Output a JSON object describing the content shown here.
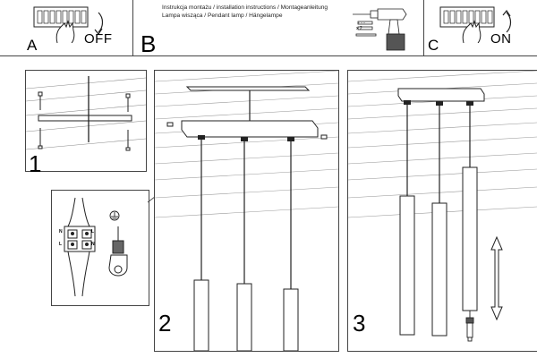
{
  "header": {
    "line1": "Instrukcja montażu / installation instructions / Montageanleitung",
    "line2": "Lampa wisząca / Pendant lamp / Hängelampe",
    "x2_label": "x 2"
  },
  "section_a": {
    "letter": "A",
    "switch_label": "OFF"
  },
  "section_b": {
    "letter": "B"
  },
  "section_c": {
    "letter": "C",
    "switch_label": "ON"
  },
  "steps": [
    {
      "number": "1"
    },
    {
      "number": "2"
    },
    {
      "number": "3"
    }
  ],
  "wiring_detail": {
    "left_labels": [
      "N",
      "L"
    ],
    "right_labels": [
      "L",
      "N"
    ]
  }
}
